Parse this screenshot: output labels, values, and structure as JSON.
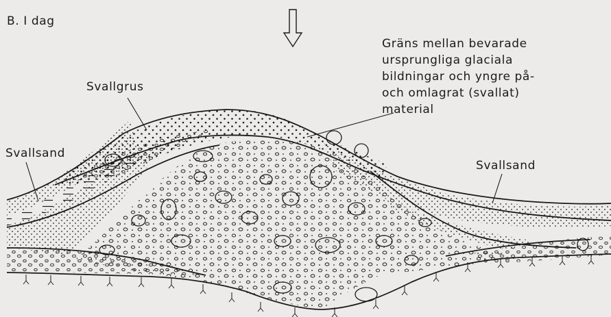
{
  "figure": {
    "panel_title": "B. I dag",
    "labels": {
      "svallgrus": "Svallgrus",
      "svallsand_left": "Svallsand",
      "svallsand_right": "Svallsand"
    },
    "annotation_lines": [
      "Gräns mellan bevarade",
      "ursprungliga glaciala",
      "bildningar och yngre på-",
      "och omlagrat (svallat)",
      "material"
    ],
    "icons": [
      "down-arrow-icon"
    ],
    "colors": {
      "background": "#ecebea",
      "ink": "#1b1b1b"
    }
  }
}
